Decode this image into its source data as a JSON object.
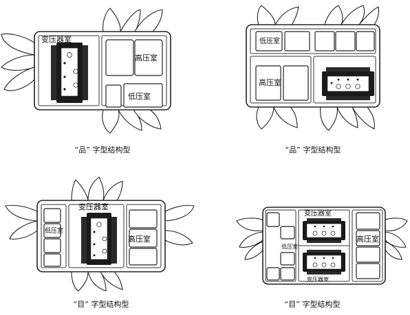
{
  "diagrams": [
    {
      "caption": "“品” 字型结构型",
      "labels": {
        "transformer": "变压器室",
        "high_voltage": "高压室",
        "low_voltage": "低压室"
      }
    },
    {
      "caption": "“品” 字型结构型",
      "labels": {
        "low_voltage": "低压室",
        "high_voltage": "高压室"
      }
    },
    {
      "caption": "“目” 字型结构型",
      "labels": {
        "transformer": "变压器室",
        "low_voltage": "低压室",
        "high_voltage": "高压室"
      }
    },
    {
      "caption": "“目” 字型结构型",
      "labels": {
        "transformer": "变压器室",
        "low_voltage": "低压室",
        "high_voltage": "高压室",
        "transformer_bottom": "变压器室"
      }
    }
  ],
  "colors": {
    "line": "#222222",
    "transformer": "#1a1a1a",
    "background": "#ffffff"
  }
}
